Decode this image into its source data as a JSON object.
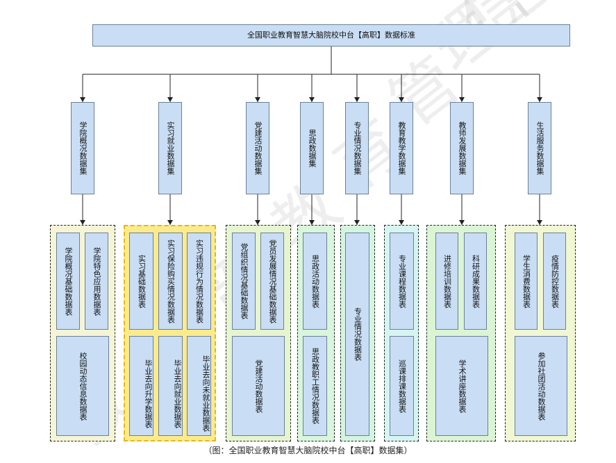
{
  "root": "全国职业教育智慧大脑院校中台【高职】数据标准",
  "categories": [
    {
      "label": "学院概况数据集",
      "items": [
        "学院概况基础数据表",
        "学院特色应用数据表",
        "校园动态信息数据表"
      ]
    },
    {
      "label": "实习就业数据集",
      "items": [
        "实习基础数据表",
        "实习保险购买情况数据表",
        "实习违规行为情况数据表",
        "毕业去向升学数据表",
        "毕业去向就业数据表",
        "毕业去向未就业数据表"
      ]
    },
    {
      "label": "党建活动数据集",
      "items": [
        "党组织情况基础数据表",
        "党员发展情况基础数据表",
        "党建活动数据表"
      ]
    },
    {
      "label": "思政数据集",
      "items": [
        "思政活动数据表",
        "思政教职工情况数据表"
      ]
    },
    {
      "label": "专业情况数据集",
      "items": [
        "专业情况数据表"
      ]
    },
    {
      "label": "教育教学数据集",
      "items": [
        "专业课程数据表",
        "巡课排课数据表"
      ]
    },
    {
      "label": "教师发展数据集",
      "items": [
        "进修培训数据表",
        "科研成果数据表",
        "学术讲座数据表"
      ]
    },
    {
      "label": "生活服务数据集",
      "items": [
        "学生消费数据表",
        "疫情防控数据表",
        "参加社团活动数据表"
      ]
    }
  ],
  "caption": "（图：全国职业教育智慧大脑院校中台【高职】数据集）",
  "watermark": "教育部教育管理信息",
  "colors": {
    "node_fill": "#c9def5",
    "node_border": "#6a7f99",
    "group_fills": [
      "#f5f5d6",
      "#fbeb8c",
      "#e6f5cf",
      "#d9f5dc",
      "#d3f5df",
      "#d6f5f1",
      "#dbf5d4",
      "#f0f7d2"
    ],
    "group_border_emphasis": "#e3b81a"
  }
}
